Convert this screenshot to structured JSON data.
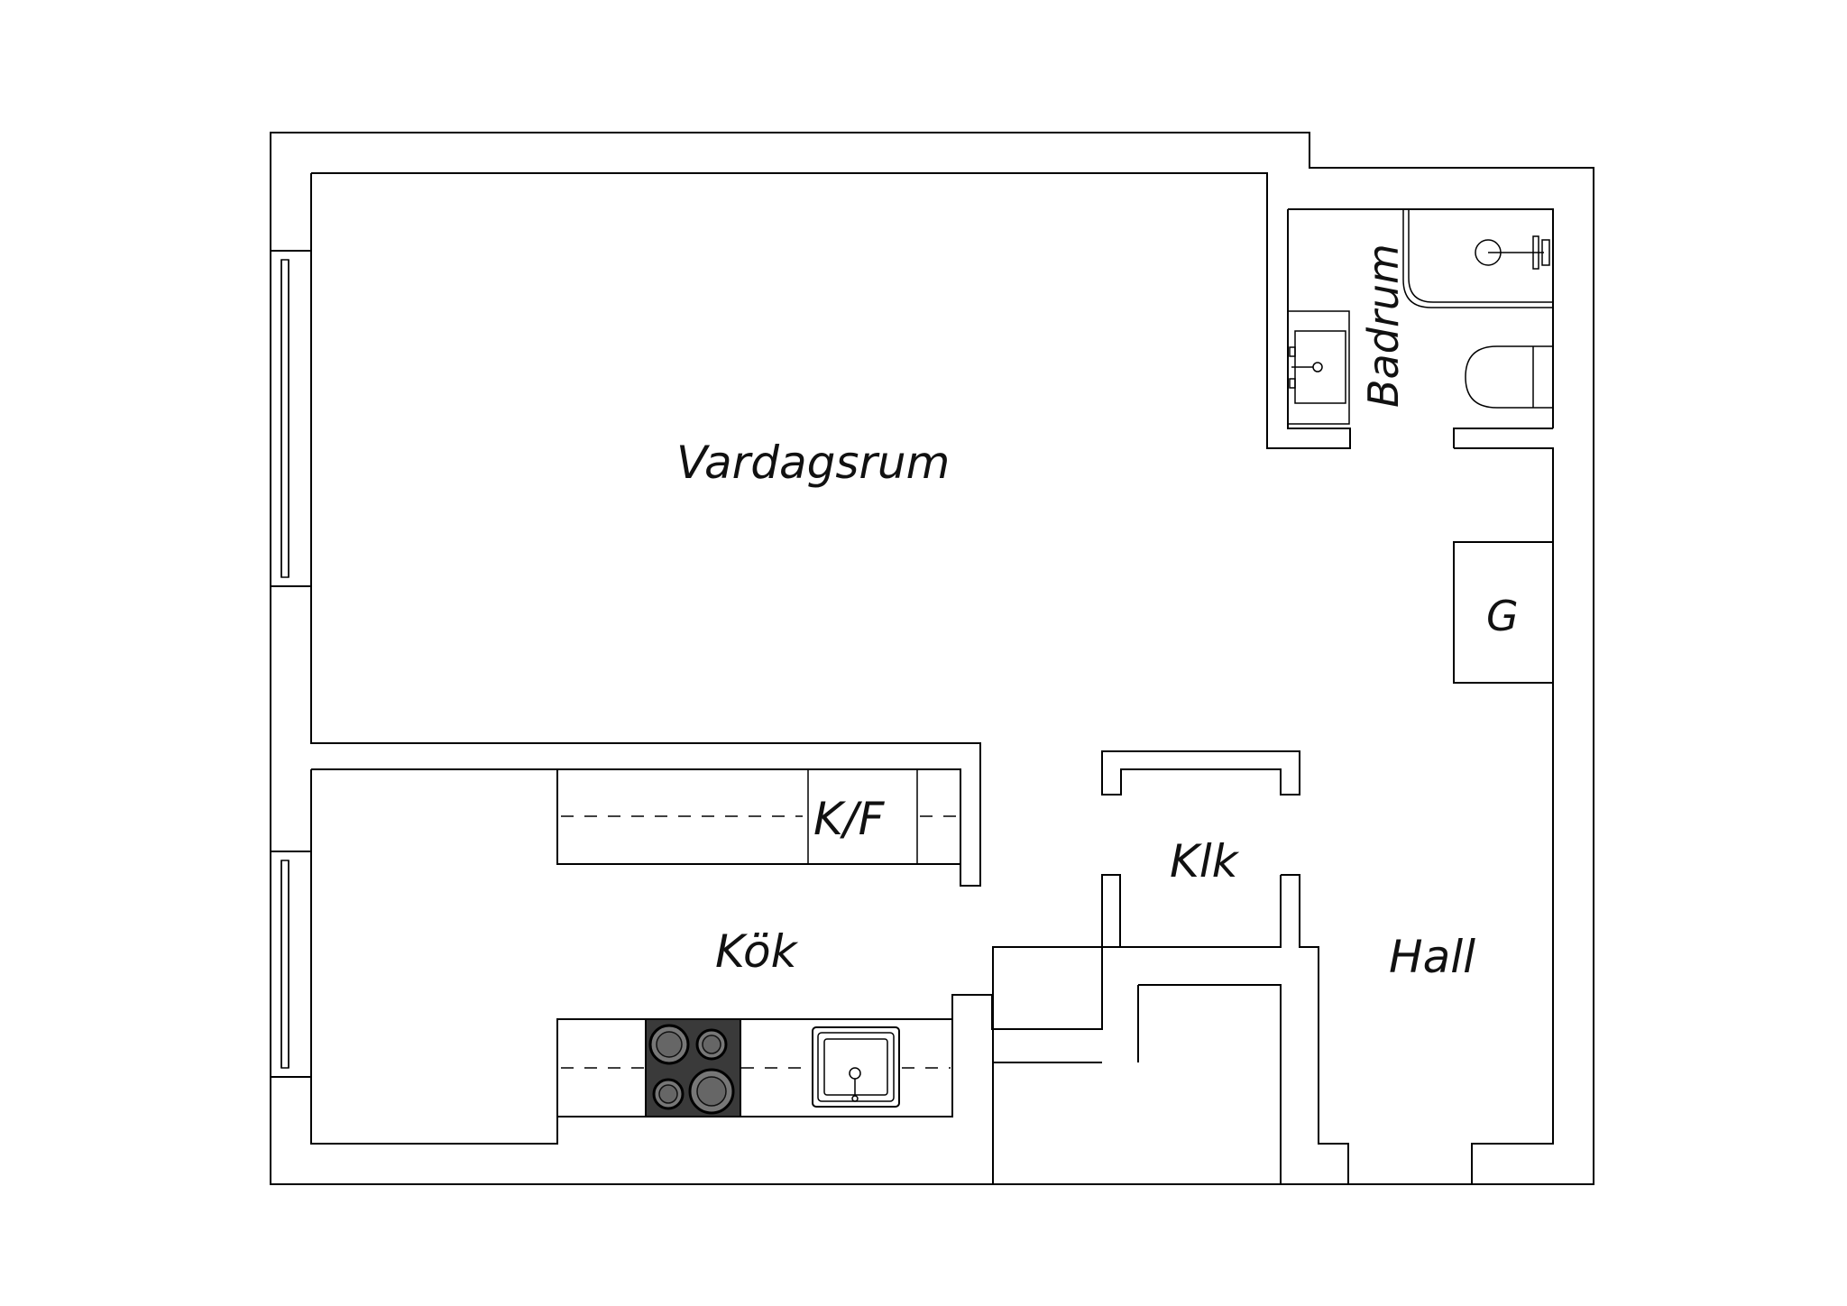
{
  "rooms": {
    "vardagsrum": "Vardagsrum",
    "badrum": "Badrum",
    "kok": "Kök",
    "klk": "Klk",
    "hall": "Hall"
  },
  "fixtures": {
    "garderob": "G",
    "kyl_frys": "K/F"
  },
  "colors": {
    "line": "#000000",
    "stove": "#3a3a3a",
    "background": "#ffffff"
  }
}
